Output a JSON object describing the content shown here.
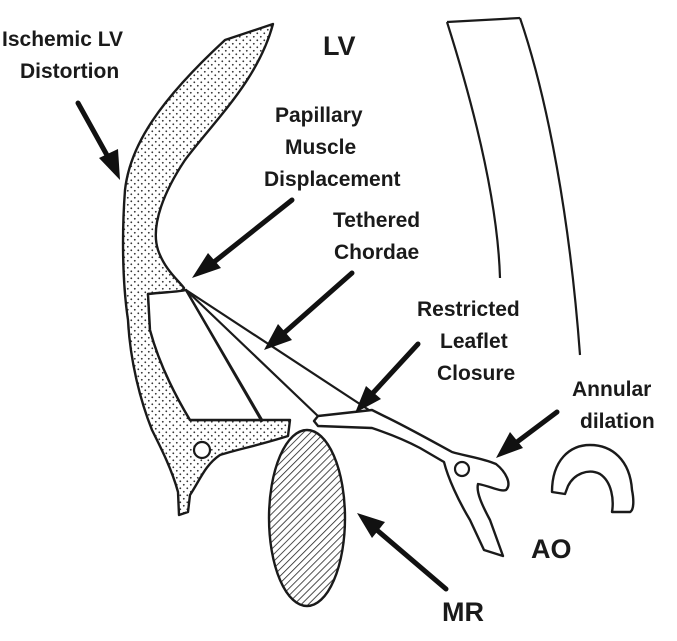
{
  "labels": {
    "ischemic_line1": "Ischemic LV",
    "ischemic_line2": "Distortion",
    "lv": "LV",
    "papillary_line1": "Papillary",
    "papillary_line2": "Muscle",
    "papillary_line3": "Displacement",
    "tethered_line1": "Tethered",
    "tethered_line2": "Chordae",
    "restricted_line1": "Restricted",
    "restricted_line2": "Leaflet",
    "restricted_line3": "Closure",
    "annular_line1": "Annular",
    "annular_line2": "dilation",
    "ao": "AO",
    "mr": "MR"
  },
  "colors": {
    "ink": "#1a1a1a",
    "background": "#ffffff"
  }
}
